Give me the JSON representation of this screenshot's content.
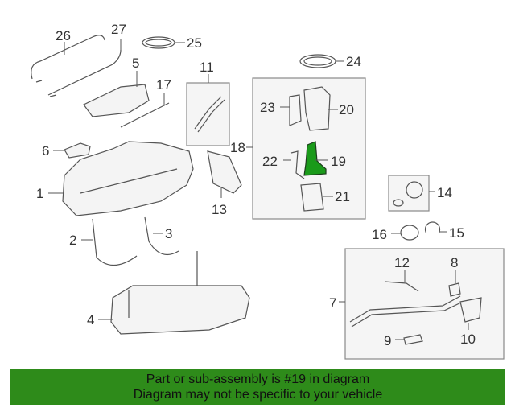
{
  "callouts": [
    "1",
    "2",
    "3",
    "4",
    "5",
    "6",
    "7",
    "8",
    "9",
    "10",
    "11",
    "12",
    "13",
    "14",
    "15",
    "16",
    "17",
    "18",
    "19",
    "20",
    "21",
    "22",
    "23",
    "24",
    "25",
    "26",
    "27"
  ],
  "colors": {
    "highlight": "#1a9a1a",
    "banner": "#2e8b1a",
    "stroke": "#555555"
  },
  "banner": {
    "line1": "Part or sub-assembly is #19 in diagram",
    "line2": "Diagram may not be specific to your vehicle"
  }
}
